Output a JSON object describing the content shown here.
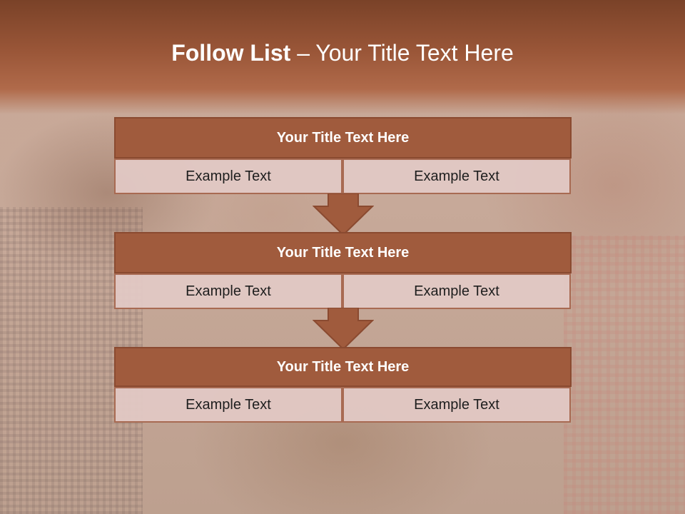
{
  "slide": {
    "title_bold": "Follow List",
    "title_rest": " – Your Title Text Here",
    "blocks": [
      {
        "title": "Your Title Text Here",
        "left_text": "Example Text",
        "right_text": "Example Text"
      },
      {
        "title": "Your Title Text Here",
        "left_text": "Example Text",
        "right_text": "Example Text"
      },
      {
        "title": "Your Title Text Here",
        "left_text": "Example Text",
        "right_text": "Example Text"
      }
    ]
  },
  "colors": {
    "header": "#9a5638",
    "block_title_fill": "#a05b3d",
    "cell_fill": "#e2c8c4",
    "arrow_fill": "#a05b3d"
  },
  "icons": [
    "down-arrow-icon"
  ]
}
